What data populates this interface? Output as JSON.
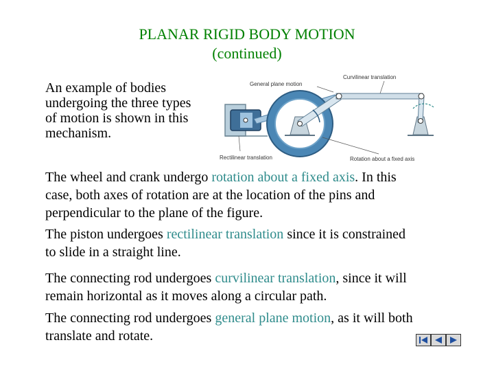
{
  "title": {
    "line1": "PLANAR RIGID BODY MOTION",
    "line2": "(continued)"
  },
  "intro": {
    "l1": "An example of bodies",
    "l2": "undergoing the three types",
    "l3": "of motion is shown in this",
    "l4": "mechanism."
  },
  "figure": {
    "general_plane_motion": "General plane motion",
    "curvilinear_translation": "Curvilinear translation",
    "rectilinear_translation": "Rectilinear translation",
    "rotation_fixed_axis": "Rotation about a fixed axis"
  },
  "p1": {
    "a": "The wheel and crank undergo ",
    "hl": "rotation about a fixed axis",
    "b": ".  In this",
    "l2": "case, both axes of rotation are at the location of the pins and",
    "l3": "perpendicular to the plane of the figure."
  },
  "p2": {
    "a": "The piston undergoes ",
    "hl": "rectilinear translation",
    "b": " since it is constrained",
    "l2": "to slide in a straight line."
  },
  "p3": {
    "a": "The connecting rod undergoes ",
    "hl": "curvilinear translation",
    "b": ", since it will",
    "l2": "remain horizontal as it moves along a circular path."
  },
  "p4": {
    "a": "The connecting rod undergoes ",
    "hl": "general plane motion",
    "b": ", as it will both",
    "l2": "translate and rotate."
  },
  "colors": {
    "title": "#008000",
    "highlight": "#2e8b8b"
  },
  "nav": {
    "icons": [
      "first-slide-icon",
      "previous-slide-icon",
      "next-slide-icon"
    ]
  }
}
